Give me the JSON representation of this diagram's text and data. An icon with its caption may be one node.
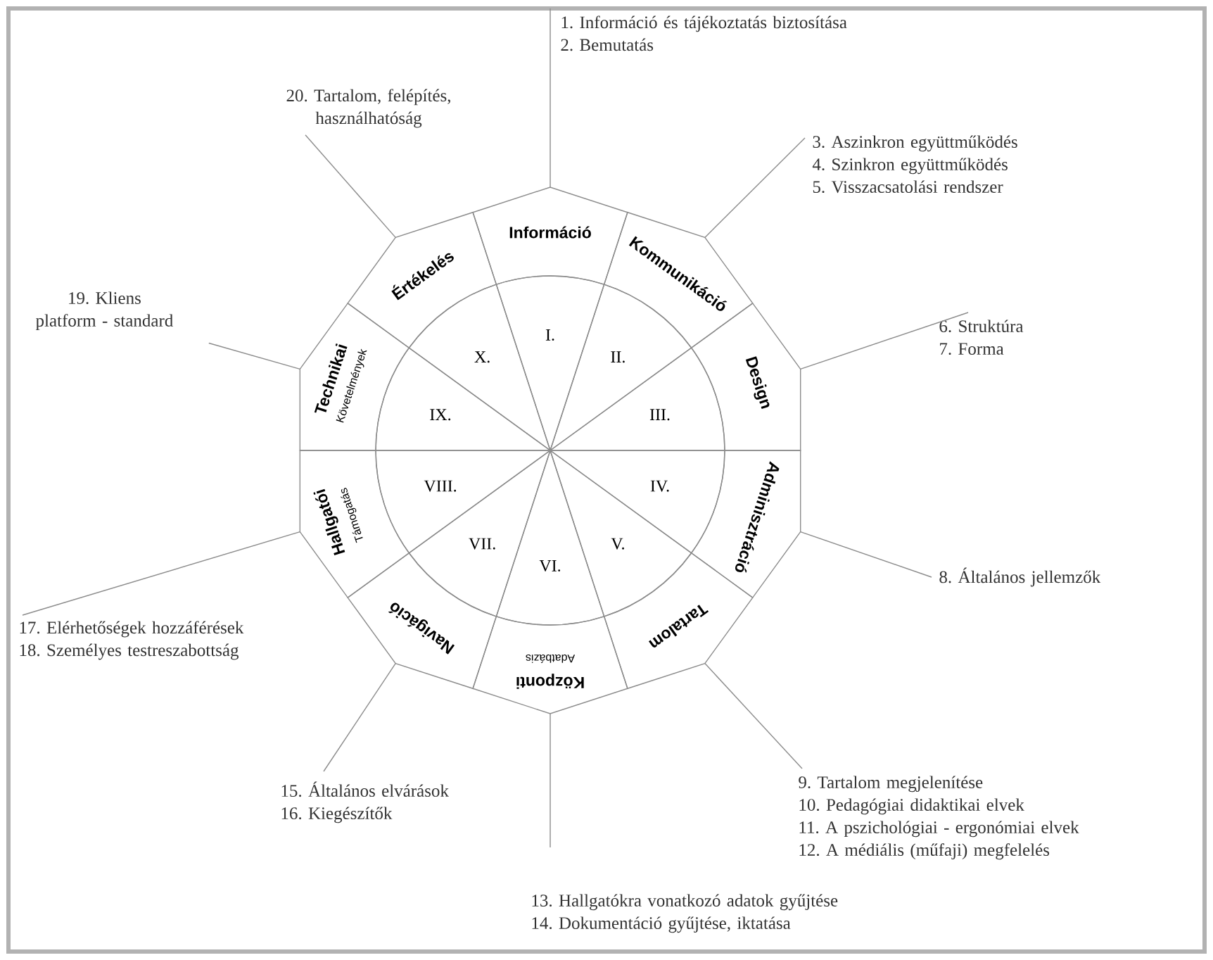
{
  "diagram": {
    "nodes": [
      {
        "text": [
          "Információ"
        ]
      },
      {
        "text": [
          "Kommunikáció"
        ]
      },
      {
        "text": [
          "Design"
        ]
      },
      {
        "text": [
          "Adminisztráció"
        ]
      },
      {
        "text": [
          "Tartalom"
        ]
      },
      {
        "text": [
          "Központi",
          "Adatbázis"
        ]
      },
      {
        "text": [
          "Navigáció"
        ]
      },
      {
        "text": [
          "Hallgatói",
          "Támogatás"
        ]
      },
      {
        "text": [
          "Technikai",
          "Követelmények"
        ]
      },
      {
        "text": [
          "Értékelés"
        ]
      },
      {
        "text": [
          "I."
        ]
      },
      {
        "text": [
          "II."
        ]
      },
      {
        "text": [
          "III."
        ]
      },
      {
        "text": [
          "IV."
        ]
      },
      {
        "text": [
          "V."
        ]
      },
      {
        "text": [
          "VI."
        ]
      },
      {
        "text": [
          "VII."
        ]
      },
      {
        "text": [
          "VIII."
        ]
      },
      {
        "text": [
          "IX."
        ]
      },
      {
        "text": [
          "X."
        ]
      },
      {
        "text": [
          "1. Információ és tájékoztatás biztosítása",
          "2. Bemutatás"
        ]
      },
      {
        "text": [
          "3. Aszinkron együttműködés",
          "4. Szinkron együttműködés",
          "5. Visszacsatolási rendszer"
        ]
      },
      {
        "text": [
          "6. Struktúra",
          "7. Forma"
        ]
      },
      {
        "text": [
          "8. Általános jellemzők"
        ]
      },
      {
        "text": [
          "9. Tartalom megjelenítése",
          "10. Pedagógiai didaktikai elvek",
          "11. A pszichológiai - ergonómiai elvek",
          "12. A médiális (műfaji) megfelelés"
        ]
      },
      {
        "text": [
          "13. Hallgatókra vonatkozó adatok gyűjtése",
          "14. Dokumentáció gyűjtése, iktatása"
        ]
      },
      {
        "text": [
          "15. Általános elvárások",
          "16. Kiegészítők"
        ]
      },
      {
        "text": [
          "17. Elérhetőségek hozzáférések",
          "18. Személyes testreszabottság"
        ]
      },
      {
        "text": [
          "19. Kliens platform - standard"
        ]
      },
      {
        "text": [
          "20. Tartalom, felépítés, használhatóság"
        ]
      }
    ],
    "edges": [
      {
        "from": 20,
        "to": 0,
        "arrow": "none"
      },
      {
        "from": 21,
        "to": 1,
        "arrow": "none"
      },
      {
        "from": 22,
        "to": 2,
        "arrow": "none"
      },
      {
        "from": 23,
        "to": 3,
        "arrow": "none"
      },
      {
        "from": 24,
        "to": 4,
        "arrow": "none"
      },
      {
        "from": 25,
        "to": 5,
        "arrow": "none"
      },
      {
        "from": 26,
        "to": 6,
        "arrow": "none"
      },
      {
        "from": 27,
        "to": 7,
        "arrow": "none"
      },
      {
        "from": 28,
        "to": 8,
        "arrow": "none"
      },
      {
        "from": 29,
        "to": 9,
        "arrow": "none"
      }
    ]
  }
}
